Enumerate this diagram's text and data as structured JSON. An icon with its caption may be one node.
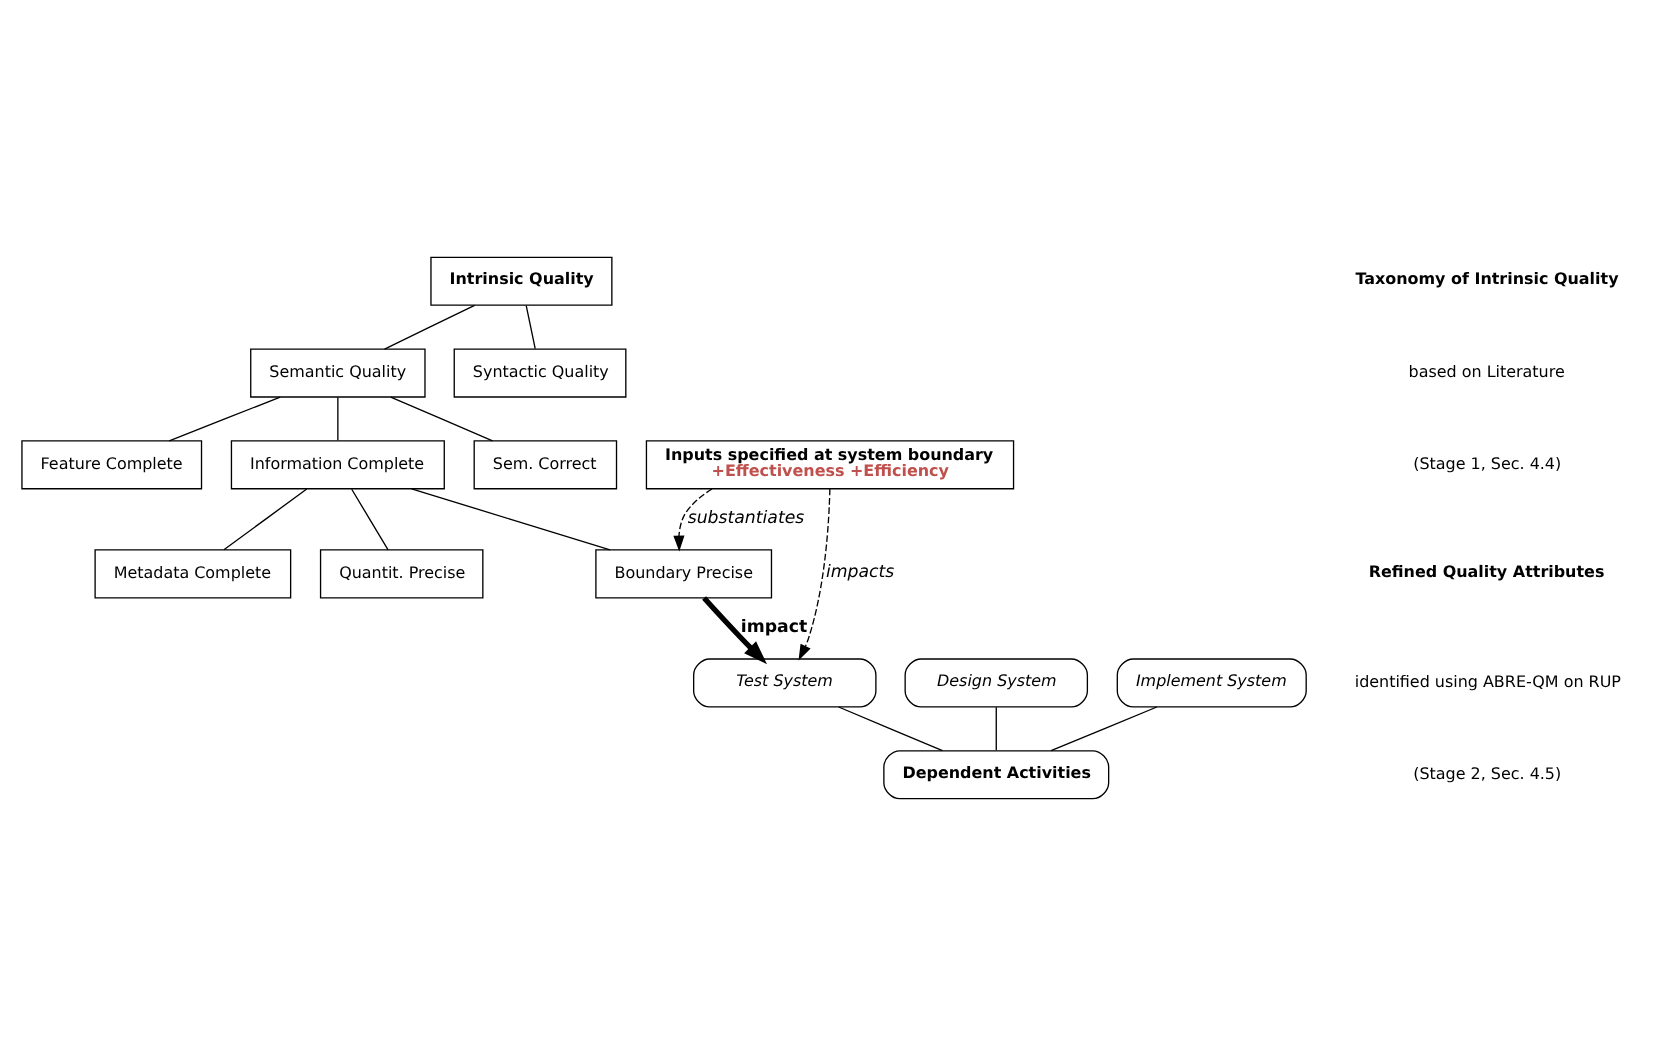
{
  "diagram": {
    "nodes": [
      {
        "text": [
          "Intrinsic Quality"
        ]
      },
      {
        "text": [
          "Semantic Quality"
        ]
      },
      {
        "text": [
          "Syntactic Quality"
        ]
      },
      {
        "text": [
          "Feature Complete"
        ]
      },
      {
        "text": [
          "Information Complete"
        ]
      },
      {
        "text": [
          "Sem. Correct"
        ]
      },
      {
        "text": [
          "Quantit. Precise"
        ]
      },
      {
        "text": [
          "Boundary Precise"
        ]
      },
      {
        "text": [
          "Metadata Complete"
        ]
      },
      {
        "text": [
          "Inputs specified at system boundary",
          "+Effectiveness +Efficiency"
        ]
      },
      {
        "text": [
          "Design System"
        ]
      },
      {
        "text": [
          "Implement System"
        ]
      },
      {
        "text": [
          "Test System"
        ]
      },
      {
        "text": [
          "Dependent Activities"
        ]
      }
    ],
    "edges": [
      {
        "from": 0,
        "to": 1,
        "arrow": "none"
      },
      {
        "from": 0,
        "to": 2,
        "arrow": "none"
      },
      {
        "from": 1,
        "to": 3,
        "arrow": "none"
      },
      {
        "from": 1,
        "to": 4,
        "arrow": "none"
      },
      {
        "from": 1,
        "to": 5,
        "arrow": "none"
      },
      {
        "from": 4,
        "to": 6,
        "arrow": "none"
      },
      {
        "from": 4,
        "to": 7,
        "arrow": "none"
      },
      {
        "from": 4,
        "to": 8,
        "arrow": "none"
      },
      {
        "from": 9,
        "to": 7,
        "arrow": "to",
        "style": "dashed",
        "label": "substantiates"
      },
      {
        "from": 7,
        "to": 12,
        "arrow": "to",
        "style": "thick",
        "label": "impact"
      },
      {
        "from": 9,
        "to": 12,
        "arrow": "to",
        "style": "dashed",
        "label": "impacts"
      },
      {
        "from": 10,
        "to": 13,
        "arrow": "none"
      },
      {
        "from": 11,
        "to": 13,
        "arrow": "none"
      },
      {
        "from": 12,
        "to": 13,
        "arrow": "none"
      }
    ],
    "labels": [
      "Taxonomy of Intrinsic Quality",
      "based on Literature",
      "(Stage 1, Sec. 4.4)",
      "Refined Quality Attributes",
      "identified using ABRE-QM on RUP",
      "(Stage 2, Sec. 4.5)"
    ]
  }
}
